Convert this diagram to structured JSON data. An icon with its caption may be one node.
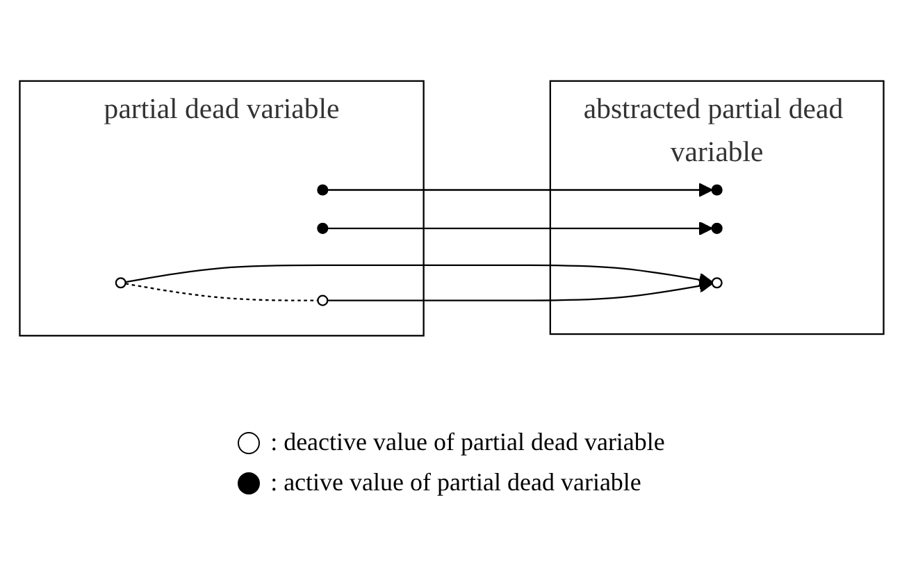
{
  "diagram": {
    "nodes": [
      {
        "text": [
          "partial dead variable"
        ]
      },
      {
        "text": [],
        "shape": "circle",
        "in": 0
      },
      {
        "text": [],
        "shape": "circle",
        "in": 0
      },
      {
        "text": [],
        "shape": "circle",
        "in": 0
      },
      {
        "text": [],
        "shape": "circle",
        "in": 0
      },
      {
        "text": [
          "abstracted partial dead variable"
        ]
      },
      {
        "text": [],
        "shape": "circle",
        "in": 5
      },
      {
        "text": [],
        "shape": "circle",
        "in": 5
      },
      {
        "text": [],
        "shape": "circle",
        "in": 5
      }
    ],
    "edges": [
      {
        "from": 1,
        "to": 6,
        "arrow": "to"
      },
      {
        "from": 2,
        "to": 7,
        "arrow": "to"
      },
      {
        "from": 3,
        "to": 8,
        "arrow": "to"
      },
      {
        "from": 3,
        "to": 4,
        "arrow": "none",
        "style": "dashed"
      },
      {
        "from": 4,
        "to": 8,
        "arrow": "to"
      }
    ],
    "legend": [
      {
        "text": ": deactive value of partial dead variable",
        "color": "#ffffff"
      },
      {
        "text": ": active value of partial dead variable",
        "color": "#000000"
      }
    ]
  }
}
